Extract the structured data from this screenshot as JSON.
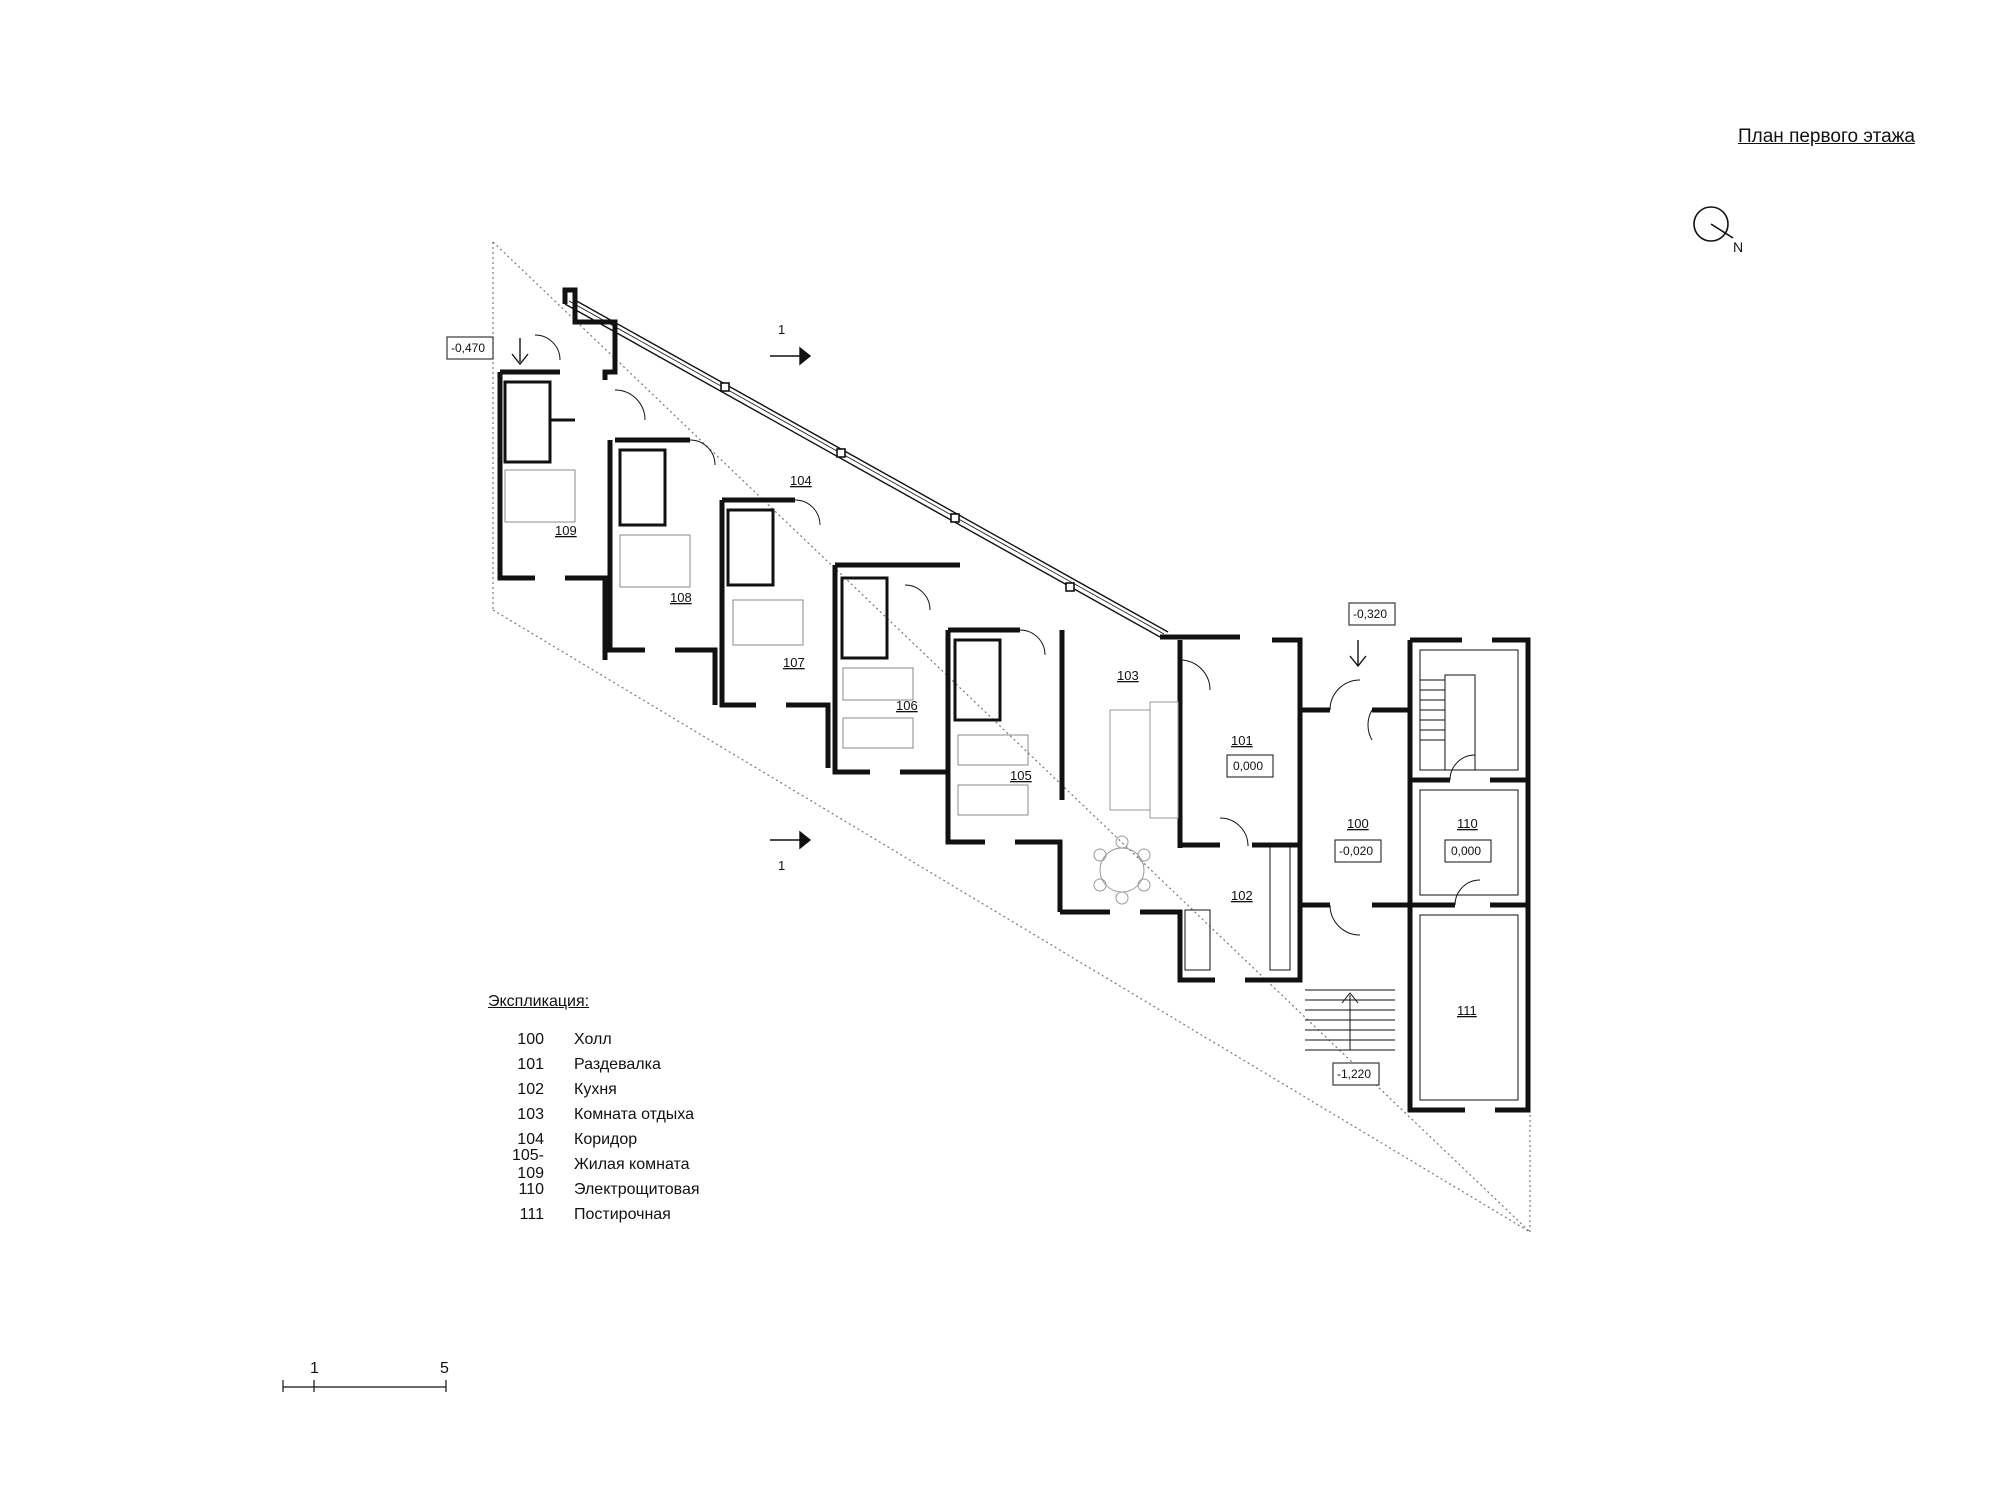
{
  "title": "План первого этажа",
  "north_label": "N",
  "rooms": [
    {
      "id": "109",
      "label": "109"
    },
    {
      "id": "108",
      "label": "108"
    },
    {
      "id": "107",
      "label": "107"
    },
    {
      "id": "106",
      "label": "106"
    },
    {
      "id": "105",
      "label": "105"
    },
    {
      "id": "104",
      "label": "104"
    },
    {
      "id": "103",
      "label": "103"
    },
    {
      "id": "101",
      "label": "101"
    },
    {
      "id": "102",
      "label": "102"
    },
    {
      "id": "100",
      "label": "100"
    },
    {
      "id": "110",
      "label": "110"
    },
    {
      "id": "111",
      "label": "111"
    }
  ],
  "levels": {
    "l101": "0,000",
    "l100": "-0,020",
    "l110": "0,000",
    "entry_west": "-0,470",
    "entry_north": "-0,320",
    "entry_south": "-1,220"
  },
  "section_marks": {
    "top": "1",
    "bottom": "1"
  },
  "legend": {
    "title": "Экспликация:",
    "items": [
      {
        "code": "100",
        "name": "Холл"
      },
      {
        "code": "101",
        "name": "Раздевалка"
      },
      {
        "code": "102",
        "name": "Кухня"
      },
      {
        "code": "103",
        "name": "Комната отдыха"
      },
      {
        "code": "104",
        "name": "Коридор"
      },
      {
        "code": "105-109",
        "name": "Жилая комната"
      },
      {
        "code": "110",
        "name": "Электрощитовая"
      },
      {
        "code": "111",
        "name": "Постирочная"
      }
    ]
  },
  "scale": {
    "start": "1",
    "end": "5"
  }
}
